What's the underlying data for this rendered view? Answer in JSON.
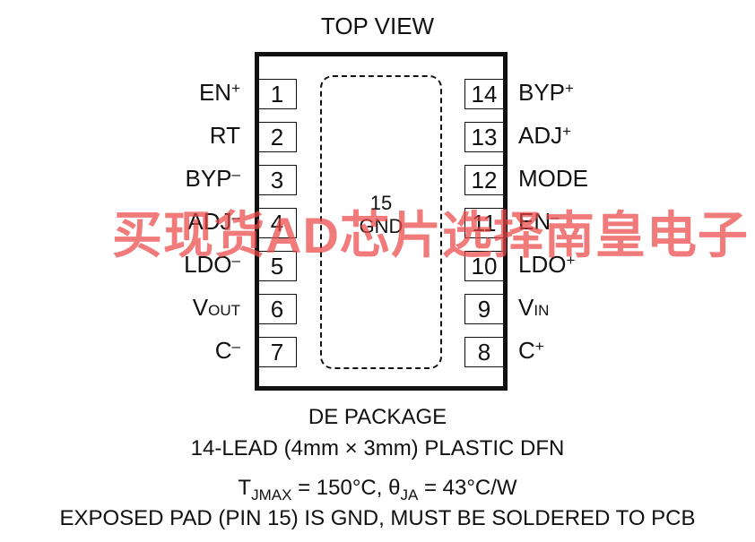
{
  "title": "TOP VIEW",
  "exposed_pad": {
    "number": "15",
    "label": "GND"
  },
  "pins_left": [
    {
      "number": "1",
      "label_main": "EN",
      "label_sup": "+",
      "label_sub": ""
    },
    {
      "number": "2",
      "label_main": "RT",
      "label_sup": "",
      "label_sub": ""
    },
    {
      "number": "3",
      "label_main": "BYP",
      "label_sup": "–",
      "label_sub": ""
    },
    {
      "number": "4",
      "label_main": "ADJ",
      "label_sup": "–",
      "label_sub": ""
    },
    {
      "number": "5",
      "label_main": "LDO",
      "label_sup": "–",
      "label_sub": ""
    },
    {
      "number": "6",
      "label_main": "V",
      "label_sup": "",
      "label_sub": "OUT"
    },
    {
      "number": "7",
      "label_main": "C",
      "label_sup": "–",
      "label_sub": ""
    }
  ],
  "pins_right": [
    {
      "number": "14",
      "label_main": "BYP",
      "label_sup": "+",
      "label_sub": ""
    },
    {
      "number": "13",
      "label_main": "ADJ",
      "label_sup": "+",
      "label_sub": ""
    },
    {
      "number": "12",
      "label_main": "MODE",
      "label_sup": "",
      "label_sub": ""
    },
    {
      "number": "11",
      "label_main": "EN",
      "label_sup": "–",
      "label_sub": ""
    },
    {
      "number": "10",
      "label_main": "LDO",
      "label_sup": "+",
      "label_sub": ""
    },
    {
      "number": "9",
      "label_main": "V",
      "label_sup": "",
      "label_sub": "IN"
    },
    {
      "number": "8",
      "label_main": "C",
      "label_sup": "+",
      "label_sub": ""
    }
  ],
  "caption": {
    "line1": "DE PACKAGE",
    "line2": "14-LEAD (4mm × 3mm) PLASTIC DFN",
    "line3_t": "T",
    "line3_tsub": "JMAX",
    "line3_mid": " = 150°C, θ",
    "line3_thsub": "JA",
    "line3_end": " = 43°C/W",
    "line4": "EXPOSED PAD (PIN 15) IS GND, MUST BE SOLDERED TO PCB"
  },
  "watermark": "买现货AD芯片选择南皇电子"
}
